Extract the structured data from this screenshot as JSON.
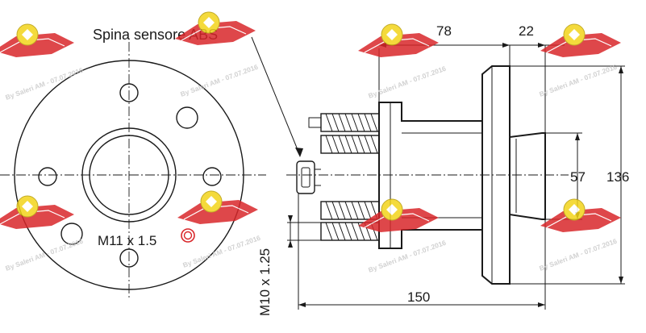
{
  "labels": {
    "abs_sensor": "Spina sensore ABS",
    "thread_m11": "M11 x 1.5",
    "thread_m10": "M10 x 1.25"
  },
  "dimensions": {
    "d78": "78",
    "d22": "22",
    "d57": "57",
    "d136": "136",
    "d150": "150"
  },
  "watermark": {
    "text": "By Saleri AM - 07.07.2016",
    "color": "#d9262a"
  }
}
